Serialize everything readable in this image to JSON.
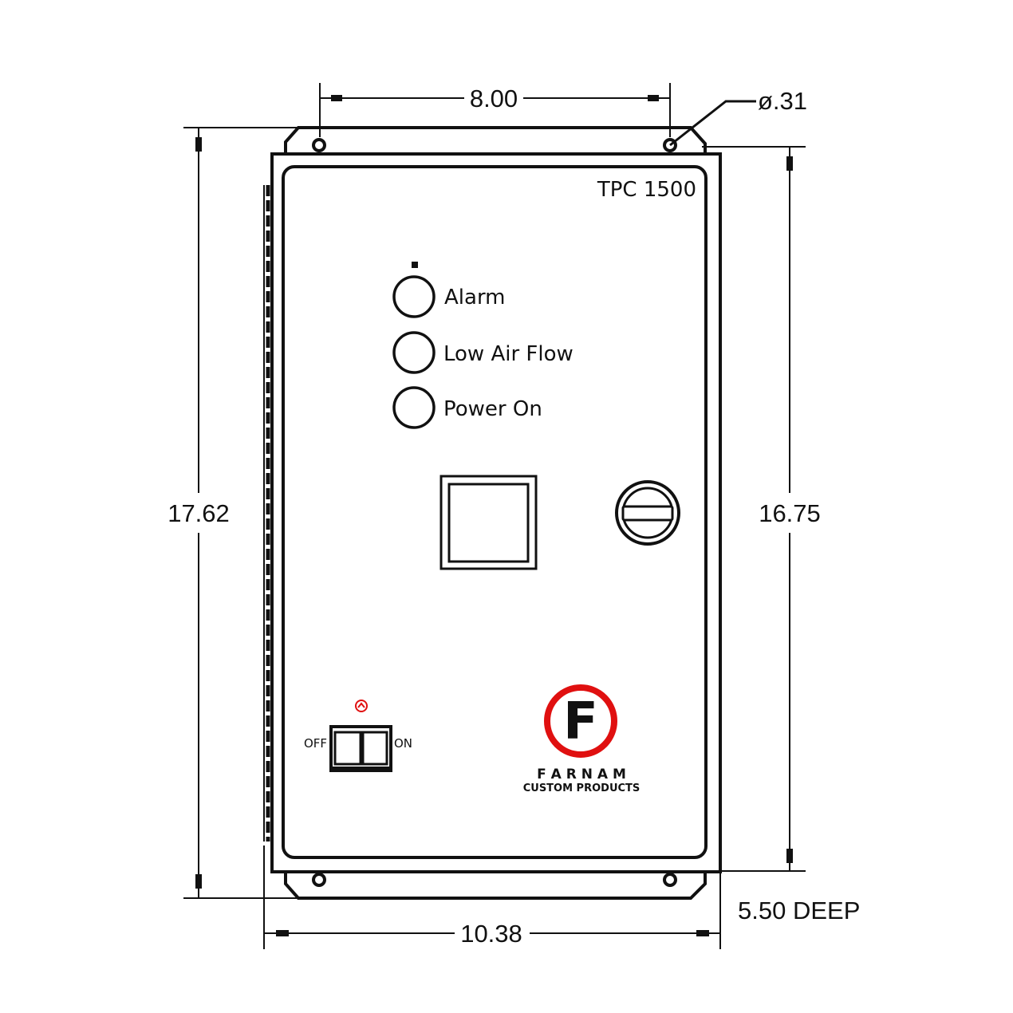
{
  "dimensions": {
    "hole_spacing": "8.00",
    "hole_diameter": "ø.31",
    "overall_height": "17.62",
    "door_height": "16.75",
    "width": "10.38",
    "depth": "5.50 DEEP"
  },
  "panel": {
    "model": "TPC 1500",
    "indicators": [
      {
        "label": "Alarm"
      },
      {
        "label": "Low Air Flow"
      },
      {
        "label": "Power On"
      }
    ],
    "switch": {
      "off_label": "OFF",
      "on_label": "ON"
    }
  },
  "logo": {
    "letter": "F",
    "name": "F A R N A M",
    "tagline": "CUSTOM PRODUCTS",
    "ring_color": "#e01010"
  }
}
